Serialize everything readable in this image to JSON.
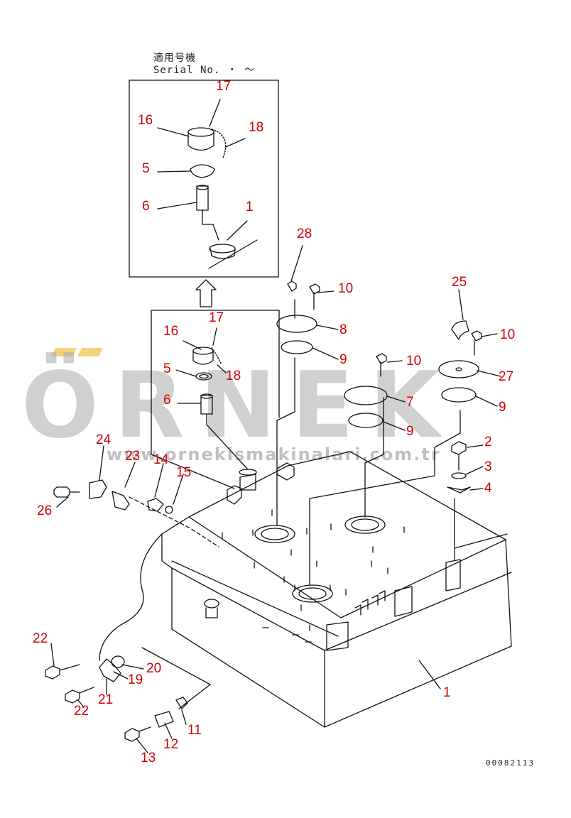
{
  "header": {
    "line1": "適用号機",
    "line2": "Serial No.  ・  〜"
  },
  "watermark": {
    "brand": "ÖRNEK",
    "url": "www.ornekismakinalari.com.tr"
  },
  "document_number": "00082113",
  "colors": {
    "callout": "#d10000",
    "line": "#111111",
    "watermark": "#aaaaaa",
    "watermark_dots": "#f0c85a"
  },
  "callouts": {
    "c_17_top": "17",
    "c_16_top": "16",
    "c_18_top": "18",
    "c_5_top": "5",
    "c_6_top": "6",
    "c_1_top": "1",
    "c_17_mid": "17",
    "c_16_mid": "16",
    "c_5_mid": "5",
    "c_18_mid": "18",
    "c_6_mid": "6",
    "c_28": "28",
    "c_10_a": "10",
    "c_8": "8",
    "c_9_a": "9",
    "c_25": "25",
    "c_10_b": "10",
    "c_10_c": "10",
    "c_7": "7",
    "c_27": "27",
    "c_9_b": "9",
    "c_9_c": "9",
    "c_2": "2",
    "c_3": "3",
    "c_4": "4",
    "c_24": "24",
    "c_23": "23",
    "c_14": "14",
    "c_15": "15",
    "c_26": "26",
    "c_22_a": "22",
    "c_20": "20",
    "c_19": "19",
    "c_21": "21",
    "c_22_b": "22",
    "c_11": "11",
    "c_12": "12",
    "c_13": "13",
    "c_1_main": "1"
  }
}
